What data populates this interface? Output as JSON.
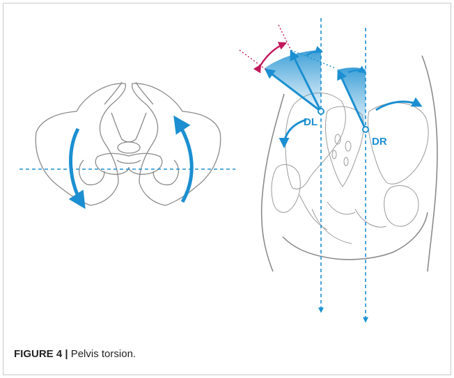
{
  "caption": {
    "label": "FIGURE 4 |",
    "text": " Pelvis torsion."
  },
  "diagram": {
    "labels": {
      "left_joint": "DL",
      "right_joint": "DR"
    },
    "colors": {
      "line": "#8a8a8a",
      "accent_blue": "#1b8fd1",
      "accent_magenta": "#c2185b",
      "wedge_blue": "#5bb6ea"
    }
  }
}
